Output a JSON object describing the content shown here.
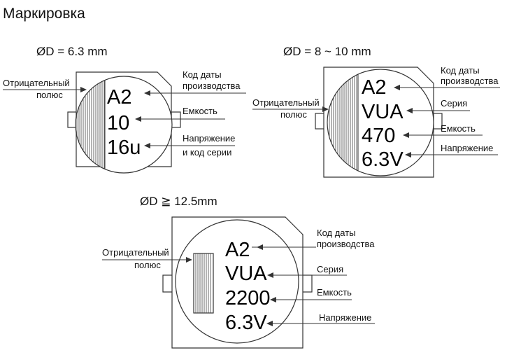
{
  "page": {
    "title": "Маркировка"
  },
  "diagram1": {
    "size_label": "ØD = 6.3 mm",
    "marking_lines": [
      "A2",
      "10",
      "16u"
    ],
    "labels": {
      "negative_pole": [
        "Отрицательный",
        "полюс"
      ],
      "date_code": [
        "Код даты",
        "производства"
      ],
      "capacitance": [
        "Емкость"
      ],
      "voltage_series": [
        "Напряжение",
        "и код серии"
      ]
    }
  },
  "diagram2": {
    "size_label": "ØD = 8 ~ 10 mm",
    "marking_lines": [
      "A2",
      "VUA",
      "470",
      "6.3V"
    ],
    "labels": {
      "negative_pole": [
        "Отрицательный",
        "полюс"
      ],
      "date_code": [
        "Код даты",
        "производства"
      ],
      "series": [
        "Серия"
      ],
      "capacitance": [
        "Емкость"
      ],
      "voltage": [
        "Напряжение"
      ]
    }
  },
  "diagram3": {
    "size_label": "ØD ≧ 12.5mm",
    "marking_lines": [
      "A2",
      "VUA",
      "2200",
      "6.3V"
    ],
    "labels": {
      "negative_pole": [
        "Отрицательный",
        "полюс"
      ],
      "date_code": [
        "Код даты",
        "производства"
      ],
      "series": [
        "Серия"
      ],
      "capacitance": [
        "Емкость"
      ],
      "voltage": [
        "Напряжение"
      ]
    }
  }
}
